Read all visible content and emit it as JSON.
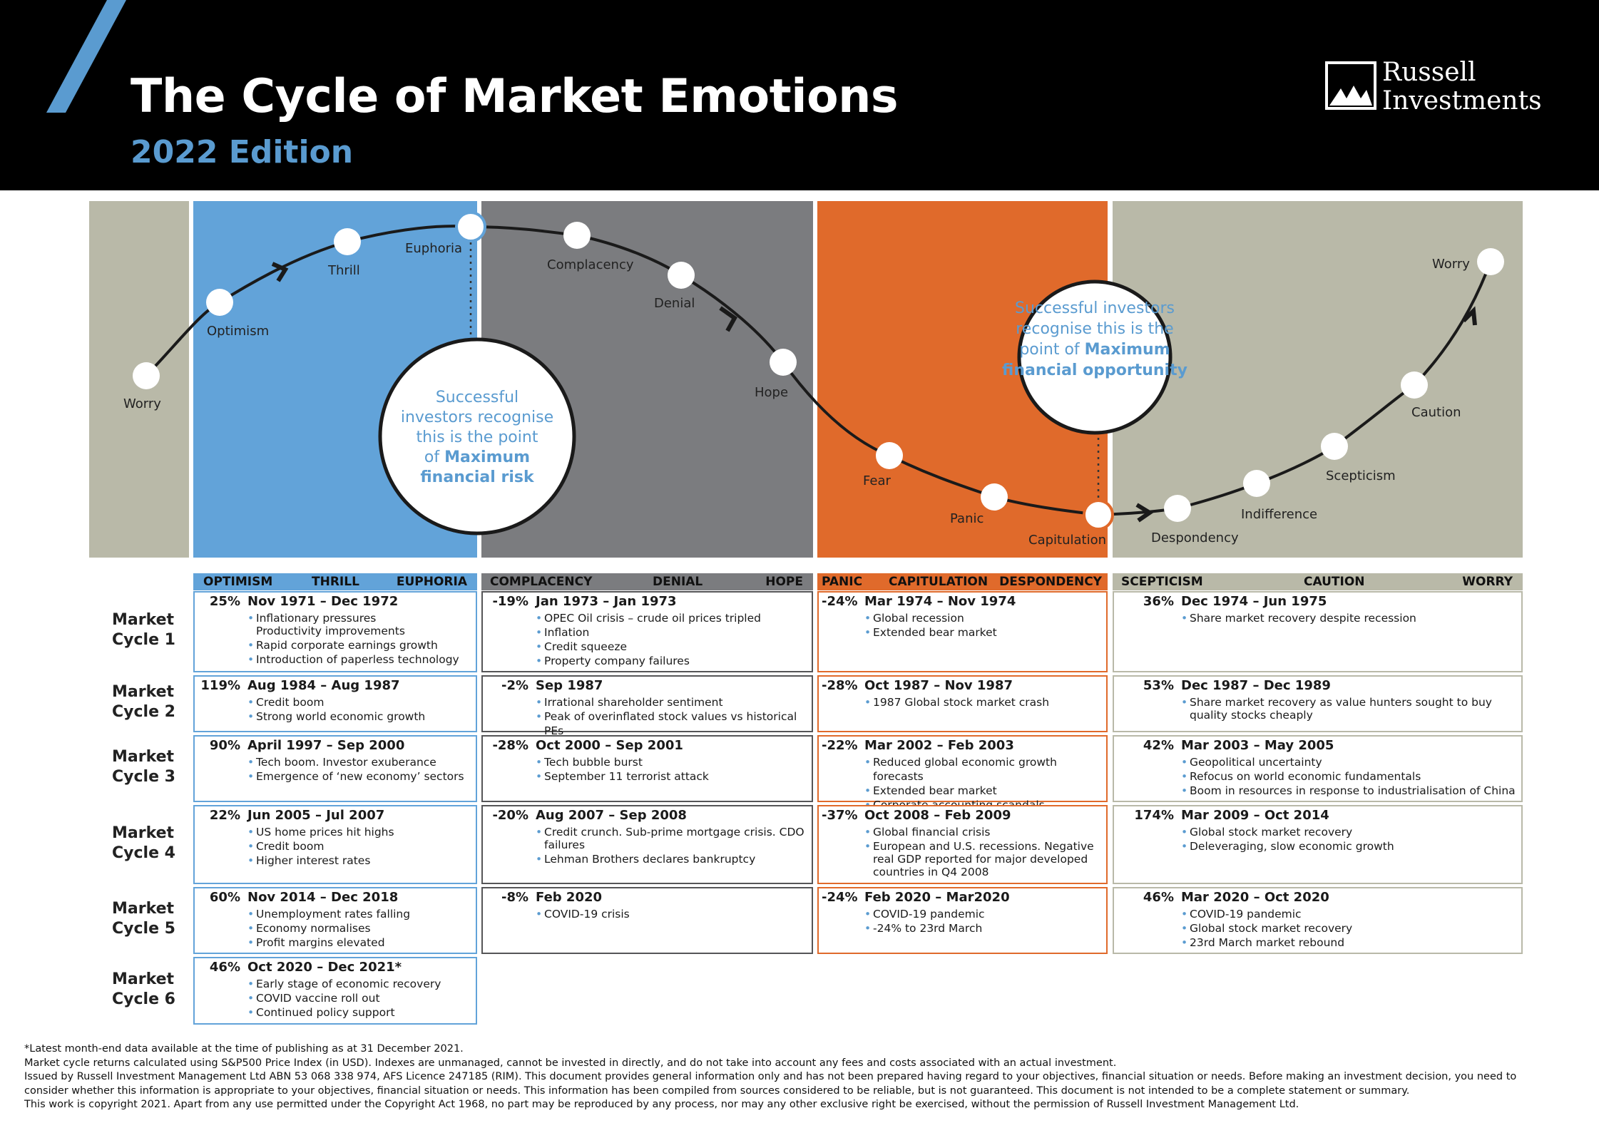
{
  "header": {
    "title": "The Cycle of Market Emotions",
    "subtitle": "2022 Edition",
    "logo_line1": "Russell",
    "logo_line2": "Investments"
  },
  "colors": {
    "optimism_blue": "#62a3d9",
    "grey_dark": "#7b7c7f",
    "orange": "#e06a2b",
    "khaki": "#b9b9a8",
    "accent_blue": "#5a9bd0",
    "black": "#000000"
  },
  "curve_points": [
    {
      "label": "Worry"
    },
    {
      "label": "Optimism"
    },
    {
      "label": "Thrill"
    },
    {
      "label": "Euphoria"
    },
    {
      "label": "Complacency"
    },
    {
      "label": "Denial"
    },
    {
      "label": "Hope"
    },
    {
      "label": "Fear"
    },
    {
      "label": "Panic"
    },
    {
      "label": "Capitulation"
    },
    {
      "label": "Despondency"
    },
    {
      "label": "Indifference"
    },
    {
      "label": "Scepticism"
    },
    {
      "label": "Caution"
    },
    {
      "label": "Worry"
    }
  ],
  "callout_risk": {
    "line1": "Successful",
    "line2": "investors recognise",
    "line3": "this is the point",
    "line4_pre": "of ",
    "line4_bold": "Maximum",
    "line5_bold": "financial risk"
  },
  "callout_opportunity": {
    "line1": "Successful investors",
    "line2": "recognise this is the",
    "line3_pre": "point of ",
    "line3_bold": "Maximum",
    "line4_bold": "financial opportunity"
  },
  "phases": [
    {
      "labels": [
        "OPTIMISM",
        "THRILL",
        "EUPHORIA"
      ]
    },
    {
      "labels": [
        "COMPLACENCY",
        "DENIAL",
        "HOPE"
      ]
    },
    {
      "labels": [
        "PANIC",
        "CAPITULATION",
        "DESPONDENCY"
      ]
    },
    {
      "labels": [
        "SCEPTICISM",
        "CAUTION",
        "WORRY"
      ]
    }
  ],
  "cycles": [
    {
      "label_line1": "Market",
      "label_line2": "Cycle 1",
      "cells": [
        {
          "pct": "25%",
          "period": "Nov 1971 – Dec 1972",
          "items": [
            "Inflationary pressures",
            "Productivity improvements",
            "Rapid corporate earnings growth",
            "Introduction of paperless technology"
          ]
        },
        {
          "pct": "-19%",
          "period": "Jan 1973 – Jan 1973",
          "items": [
            "OPEC Oil crisis – crude oil prices tripled",
            "Inflation",
            "Credit squeeze",
            "Property company failures"
          ]
        },
        {
          "pct": "-24%",
          "period": "Mar 1974 – Nov 1974",
          "items": [
            "Global recession",
            "Extended bear market"
          ]
        },
        {
          "pct": "36%",
          "period": "Dec 1974 – Jun 1975",
          "items": [
            "Share market recovery despite recession"
          ]
        }
      ]
    },
    {
      "label_line1": "Market",
      "label_line2": "Cycle 2",
      "cells": [
        {
          "pct": "119%",
          "period": "Aug 1984 – Aug 1987",
          "items": [
            "Credit boom",
            "Strong world economic growth"
          ]
        },
        {
          "pct": "-2%",
          "period": "Sep 1987",
          "items": [
            "Irrational shareholder sentiment",
            "Peak of overinflated stock values vs historical PEs"
          ]
        },
        {
          "pct": "-28%",
          "period": "Oct 1987 – Nov 1987",
          "items": [
            "1987 Global stock market crash"
          ]
        },
        {
          "pct": "53%",
          "period": "Dec 1987 – Dec 1989",
          "items": [
            "Share market recovery as value hunters sought to buy",
            "quality stocks cheaply"
          ]
        }
      ]
    },
    {
      "label_line1": "Market",
      "label_line2": "Cycle 3",
      "cells": [
        {
          "pct": "90%",
          "period": "April 1997 – Sep 2000",
          "items": [
            "Tech boom. Investor exuberance",
            "Emergence of ‘new economy’ sectors"
          ]
        },
        {
          "pct": "-28%",
          "period": "Oct 2000 – Sep 2001",
          "items": [
            "Tech bubble burst",
            "September 11 terrorist attack"
          ]
        },
        {
          "pct": "-22%",
          "period": "Mar 2002 – Feb 2003",
          "items": [
            "Reduced global economic growth forecasts",
            "Extended bear market",
            "Corporate accounting scandals"
          ]
        },
        {
          "pct": "42%",
          "period": "Mar 2003 – May 2005",
          "items": [
            "Geopolitical uncertainty",
            "Refocus on world economic fundamentals",
            "Boom in resources in response to industrialisation of China"
          ]
        }
      ]
    },
    {
      "label_line1": "Market",
      "label_line2": "Cycle 4",
      "cells": [
        {
          "pct": "22%",
          "period": "Jun 2005 – Jul 2007",
          "items": [
            "US home prices hit highs",
            "Credit boom",
            "Higher interest rates"
          ]
        },
        {
          "pct": "-20%",
          "period": "Aug 2007 – Sep 2008",
          "items": [
            "Credit crunch. Sub-prime mortgage crisis. CDO",
            "failures",
            "Lehman Brothers declares bankruptcy"
          ]
        },
        {
          "pct": "-37%",
          "period": "Oct 2008 – Feb 2009",
          "items": [
            "Global financial crisis",
            "European and U.S. recessions. Negative",
            "real GDP reported for major developed",
            "countries in Q4 2008"
          ]
        },
        {
          "pct": "174%",
          "period": "Mar 2009 – Oct 2014",
          "items": [
            "Global stock market recovery",
            "Deleveraging, slow economic growth"
          ]
        }
      ]
    },
    {
      "label_line1": "Market",
      "label_line2": "Cycle 5",
      "cells": [
        {
          "pct": "60%",
          "period": "Nov 2014 – Dec 2018",
          "items": [
            "Unemployment rates falling",
            "Economy normalises",
            "Profit margins elevated"
          ]
        },
        {
          "pct": "-8%",
          "period": "Feb 2020",
          "items": [
            "COVID-19 crisis"
          ]
        },
        {
          "pct": "-24%",
          "period": "Feb 2020 – Mar2020",
          "items": [
            "COVID-19 pandemic",
            "-24% to 23rd March"
          ]
        },
        {
          "pct": "46%",
          "period": "Mar 2020 – Oct 2020",
          "items": [
            "COVID-19 pandemic",
            "Global stock market recovery",
            "23rd March market rebound"
          ]
        }
      ]
    },
    {
      "label_line1": "Market",
      "label_line2": "Cycle 6",
      "cells": [
        {
          "pct": "46%",
          "period": "Oct 2020 – Dec 2021*",
          "items": [
            "Early stage of economic recovery",
            "COVID vaccine roll out",
            "Continued policy support"
          ]
        }
      ]
    }
  ],
  "footnotes": [
    "*Latest month-end data available at the time of publishing as at 31 December 2021.",
    "Market cycle returns calculated using S&P500 Price Index (in USD). Indexes are unmanaged, cannot be invested in directly, and do not take into account any fees and costs associated with an actual investment.",
    "Issued by Russell Investment Management Ltd ABN 53 068 338 974, AFS Licence 247185 (RIM). This document provides general information only and has not been prepared having regard to your objectives, financial situation or needs. Before making an investment decision, you need to",
    "consider whether this information is appropriate to your objectives, financial situation or needs. This information has been compiled from sources considered to be reliable, but is not guaranteed. This document is not intended to be a complete statement or summary.",
    "This work is copyright 2021. Apart from any use permitted under the Copyright Act 1968, no part may be reproduced by any process, nor may any other exclusive right be exercised, without the permission of Russell Investment Management Ltd."
  ]
}
